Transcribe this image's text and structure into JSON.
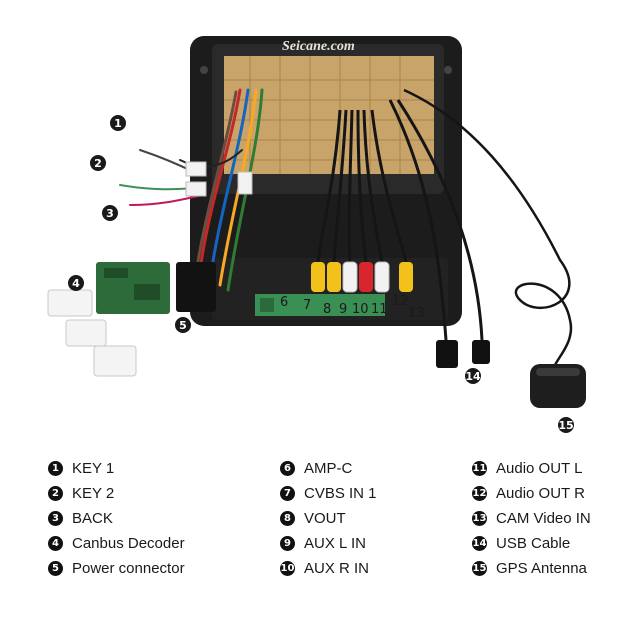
{
  "watermark": "Seicane.com",
  "photo_callouts": [
    {
      "num": "1"
    },
    {
      "num": "2"
    },
    {
      "num": "3"
    },
    {
      "num": "4"
    },
    {
      "num": "5"
    },
    {
      "num": "6"
    },
    {
      "num": "7"
    },
    {
      "num": "8"
    },
    {
      "num": "9"
    },
    {
      "num": "10"
    },
    {
      "num": "11"
    },
    {
      "num": "12"
    },
    {
      "num": "13"
    },
    {
      "num": "14"
    },
    {
      "num": "15"
    }
  ],
  "legend": {
    "col1": [
      {
        "num": "1",
        "label": "KEY 1"
      },
      {
        "num": "2",
        "label": "KEY 2"
      },
      {
        "num": "3",
        "label": "BACK"
      },
      {
        "num": "4",
        "label": "Canbus Decoder"
      },
      {
        "num": "5",
        "label": "Power connector"
      }
    ],
    "col2": [
      {
        "num": "6",
        "label": "AMP-C"
      },
      {
        "num": "7",
        "label": "CVBS IN 1"
      },
      {
        "num": "8",
        "label": "VOUT"
      },
      {
        "num": "9",
        "label": "AUX L IN"
      },
      {
        "num": "10",
        "label": "AUX R IN"
      }
    ],
    "col3": [
      {
        "num": "11",
        "label": "Audio OUT L"
      },
      {
        "num": "12",
        "label": "Audio OUT R"
      },
      {
        "num": "13",
        "label": "CAM Video IN"
      },
      {
        "num": "14",
        "label": "USB Cable"
      },
      {
        "num": "15",
        "label": "GPS Antenna"
      }
    ]
  },
  "colors": {
    "housing": "#1c1c1c",
    "pcb_board": "#c9a46a",
    "decoder_board": "#2e6b3a",
    "rca_yellow": "#f2c21a",
    "rca_red": "#d8262c",
    "rca_white": "#f2f2f2",
    "cable_black": "#151515"
  }
}
